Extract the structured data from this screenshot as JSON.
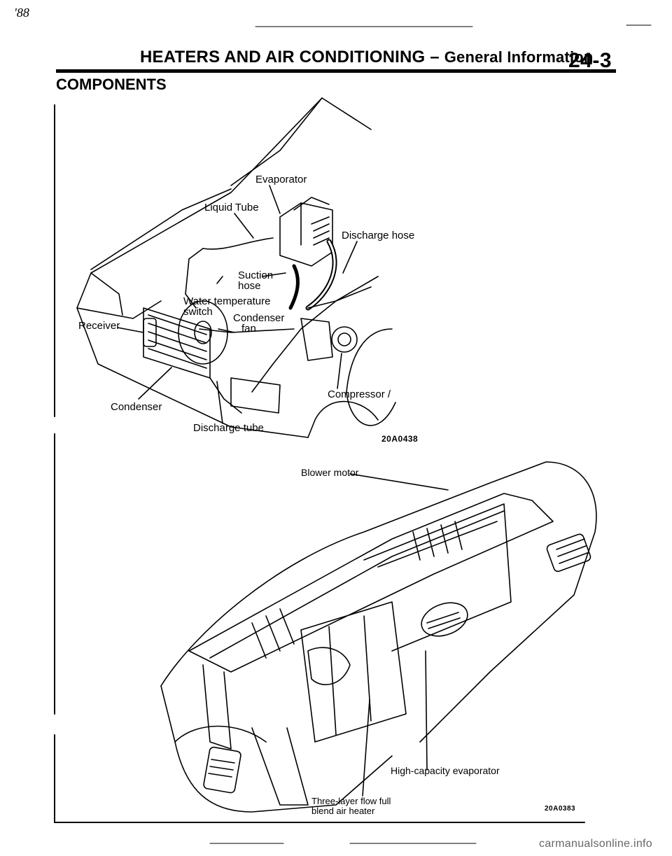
{
  "corner_mark": "'88",
  "header": {
    "title": "HEATERS AND AIR CONDITIONING",
    "dash": "–",
    "subtitle": "General Information",
    "page_number": "24-3"
  },
  "section_title": "COMPONENTS",
  "figure1": {
    "labels": {
      "evaporator": "Evaporator",
      "liquid_tube": "Liquid Tube",
      "discharge_hose": "Discharge hose",
      "suction_hose_1": "Suction",
      "suction_hose_2": "hose",
      "water_temp_switch_1": "Water temperature",
      "water_temp_switch_2": "switch",
      "condenser_fan_1": "Condenser",
      "condenser_fan_2": "fan",
      "receiver": "Receiver",
      "compressor": "Compressor /",
      "condenser": "Condenser",
      "discharge_tube": "Discharge tube"
    },
    "code": "20A0438"
  },
  "figure2": {
    "labels": {
      "blower_motor": "Blower motor",
      "high_capacity_evaporator": "High-capacity evaporator",
      "heater_line1": "Three-layer flow full",
      "heater_line2": "blend air heater"
    },
    "code": "20A0383"
  },
  "watermark": "carmanualsonline.info"
}
